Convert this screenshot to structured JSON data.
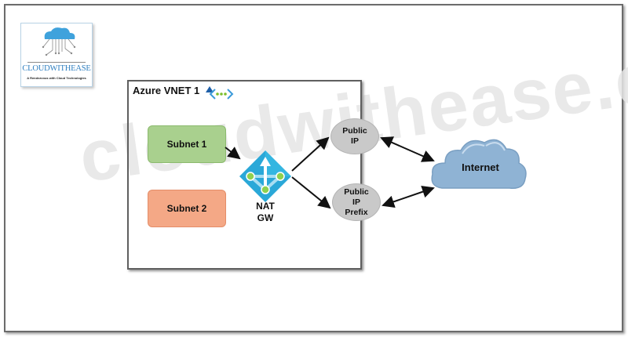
{
  "logo": {
    "brand": "CLOUDWITHEASE",
    "tagline": "A Rendezvous with Cloud Technologies",
    "icon": "cloud-circuit-icon"
  },
  "watermark": "cloudwithease.com",
  "vnet": {
    "title": "Azure VNET 1",
    "icon": "azure-vnet-icon"
  },
  "nodes": {
    "subnet1": "Subnet 1",
    "subnet2": "Subnet 2",
    "nat_gateway": {
      "line1": "NAT",
      "line2": "GW",
      "icon": "nat-gateway-icon"
    },
    "public_ip": {
      "line1": "Public",
      "line2": "IP"
    },
    "public_ip_prefix": {
      "line1": "Public",
      "line2": "IP",
      "line3": "Prefix"
    },
    "internet": "Internet"
  },
  "colors": {
    "subnet1": "#a9d08e",
    "subnet2": "#f4a886",
    "public_ip": "#c9c9c9",
    "internet_cloud": "#8fb3d4",
    "nat_icon": "#2aa8d8",
    "brand": "#2f7fc0"
  },
  "connections": [
    {
      "from": "Subnet 1",
      "to": "NAT GW",
      "direction": "one-way"
    },
    {
      "from": "NAT GW",
      "to": "Public IP",
      "direction": "one-way"
    },
    {
      "from": "NAT GW",
      "to": "Public IP Prefix",
      "direction": "one-way"
    },
    {
      "from": "Public IP",
      "to": "Internet",
      "direction": "two-way"
    },
    {
      "from": "Public IP Prefix",
      "to": "Internet",
      "direction": "two-way"
    }
  ]
}
